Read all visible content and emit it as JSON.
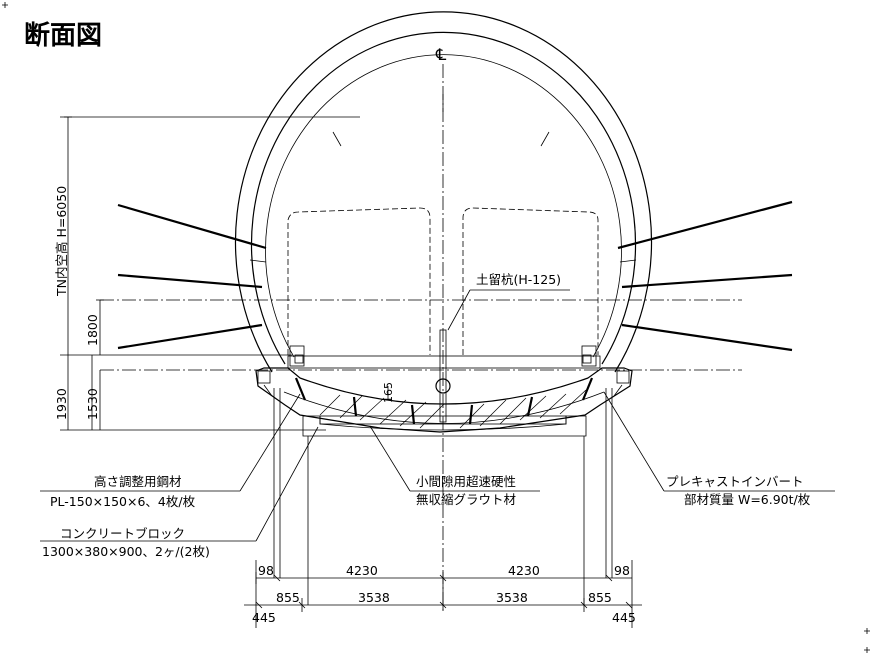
{
  "title": "断面図",
  "centerline_symbol": "℄",
  "labels": {
    "soil_pile": "土留杭(H-125)",
    "inner_height": "TN内空高 H=6050",
    "steel_l1": "高さ調整用鋼材",
    "steel_l2": "PL-150×150×6、4枚/枚",
    "block_l1": "コンクリートブロック",
    "block_l2": "1300×380×900、2ヶ/(2枚)",
    "grout_l1": "小間隙用超速硬性",
    "grout_l2": "無収縮グラウト材",
    "invert_l1": "プレキャストインバート",
    "invert_l2": "部材質量 W=6.90t/枚"
  },
  "dimensions": {
    "d1800": "1800",
    "d1930": "1930",
    "d1530": "1530",
    "d165": "165",
    "row1": [
      "98",
      "4230",
      "4230",
      "98"
    ],
    "row2": [
      "855",
      "3538",
      "3538",
      "855"
    ],
    "d445_left": "445",
    "d445_right": "445"
  }
}
